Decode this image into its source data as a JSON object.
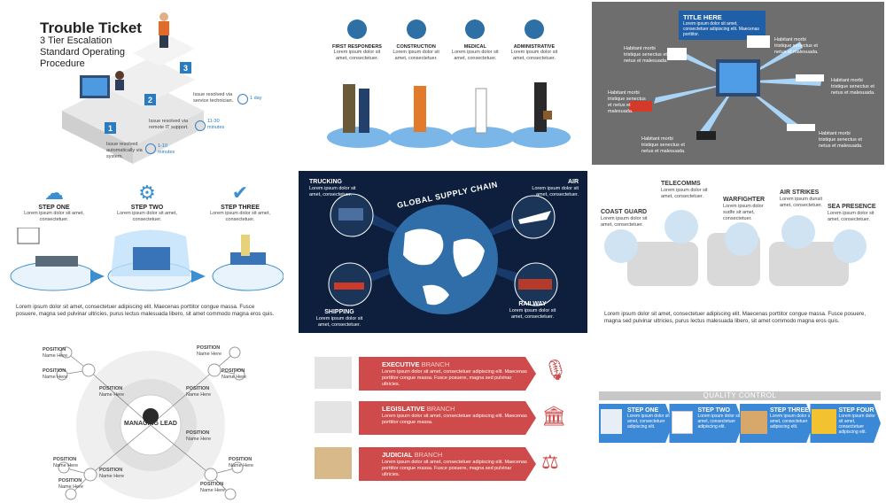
{
  "panel1": {
    "title": "Trouble Ticket",
    "subtitle_lines": [
      "3 Tier Escalation",
      "Standard Operating",
      "Procedure"
    ],
    "tiers": [
      {
        "num": "1",
        "desc": "Issue resolved automatically via system.",
        "time": "1-10 minutes"
      },
      {
        "num": "2",
        "desc": "Issue resolved via remote IT support.",
        "time": "11-30 minutes"
      },
      {
        "num": "3",
        "desc": "Issue resolved via service technician.",
        "time": "1 day"
      }
    ]
  },
  "panel2": {
    "roles": [
      {
        "title": "FIRST RESPONDERS",
        "desc": "Lorem ipsum dolor sit amet, consectetuer."
      },
      {
        "title": "CONSTRUCTION",
        "desc": "Lorem ipsum dolor sit amet, consectetuer."
      },
      {
        "title": "MEDICAL",
        "desc": "Lorem ipsum dolor sit amet, consectetuer."
      },
      {
        "title": "ADMINISTRATIVE",
        "desc": "Lorem ipsum dolor sit amet, consectetuer."
      }
    ]
  },
  "panel3": {
    "title": "TITLE HERE",
    "title_desc": "Lorem ipsum dolor sit amet, consectetuer adipiscing elit. Maecenas porttitor.",
    "callout": "Habitant morbi tristique senectus et netus et malesuada."
  },
  "panel4": {
    "steps": [
      {
        "title": "STEP ONE",
        "desc": "Lorem ipsum dolor sit amet, consectetuer."
      },
      {
        "title": "STEP TWO",
        "desc": "Lorem ipsum dolor sit amet, consectetuer."
      },
      {
        "title": "STEP THREE",
        "desc": "Lorem ipsum dolor sit amet, consectetuer."
      }
    ],
    "body": "Lorem ipsum dolor sit amet, consectetuer adipiscing elit. Maecenas porttitor congue massa. Fusce posuere, magna sed pulvinar ultricies, purus lectus malesuada libero, sit amet commodo magna eros quis."
  },
  "panel5": {
    "title": "GLOBAL SUPPLY CHAIN",
    "modes": [
      {
        "title": "TRUCKING",
        "desc": "Lorem ipsum dolor sit amet, consectetuer."
      },
      {
        "title": "AIR",
        "desc": "Lorem ipsum dolor sit amet, consectetuer."
      },
      {
        "title": "SHIPPING",
        "desc": "Lorem ipsum dolor sit amet, consectetuer."
      },
      {
        "title": "RAILWAY",
        "desc": "Lorem ipsum dolor sit amet, consectetuer."
      }
    ]
  },
  "panel6": {
    "units": [
      {
        "title": "COAST GUARD",
        "desc": "Lorem ipsum dolor sit amet, consectetuer."
      },
      {
        "title": "TELECOMMS",
        "desc": "Lorem ipsum dolor sit amet, consectetuer."
      },
      {
        "title": "WARFIGHTER",
        "desc": "Lorem ipsum dolor sudfe sit amet, consectetuer."
      },
      {
        "title": "AIR STRIKES",
        "desc": "Lorem ipsum dunsit amet, consectetuer."
      },
      {
        "title": "SEA PRESENCE",
        "desc": "Lorem ipsum dolor sit amet, consectetuer."
      }
    ],
    "body": "Lorem ipsum dolor sit amet, consectetuer adipiscing elit. Maecenas porttitor congue massa. Fusce posuere, magna sed pulvinar ultricies, purus lectus malesuada libero, sit amet commodo magna eros quis."
  },
  "panel7": {
    "center_label": "MANAGING LEAD",
    "position_label": "POSITION",
    "name_label": "Name Here"
  },
  "panel8": {
    "branches": [
      {
        "bold": "EXECUTIVE",
        "rest": " BRANCH",
        "desc": "Lorem ipsum dolor sit amet, consectetuer adipiscing elit. Maecenas porttitor congue massa. Fusce posuere, magna sed pulvinar ultricies."
      },
      {
        "bold": "LEGISLATIVE",
        "rest": " BRANCH",
        "desc": "Lorem ipsum dolor sit amet, consectetuer adipiscing elit. Maecenas porttitor congue massa."
      },
      {
        "bold": "JUDICIAL",
        "rest": " BRANCH",
        "desc": "Lorem ipsum dolor sit amet, consectetuer adipiscing elit. Maecenas porttitor congue massa. Fusce posuere, magna sed pulvinar ultricies."
      }
    ]
  },
  "panel9": {
    "title": "QUALITY CONTROL",
    "steps": [
      {
        "title": "STEP ONE",
        "desc": "Lorem ipsum dolor sit amet, consectetuer adipiscing elit."
      },
      {
        "title": "STEP TWO",
        "desc": "Lorem ipsum dolor sit amet, consectetuer adipiscing elit."
      },
      {
        "title": "STEP THREE",
        "desc": "Lorem ipsum dolor sit amet, consectetuer adipiscing elit."
      },
      {
        "title": "STEP FOUR",
        "desc": "Lorem ipsum dolor sit amet, consectetuer adipiscing elit."
      }
    ]
  },
  "colors": {
    "accent_blue": "#2b7bc0",
    "dark_navy": "#0d1f3d",
    "branch_red": "#cf4a4a",
    "grey_panel": "#6e6e6e"
  }
}
